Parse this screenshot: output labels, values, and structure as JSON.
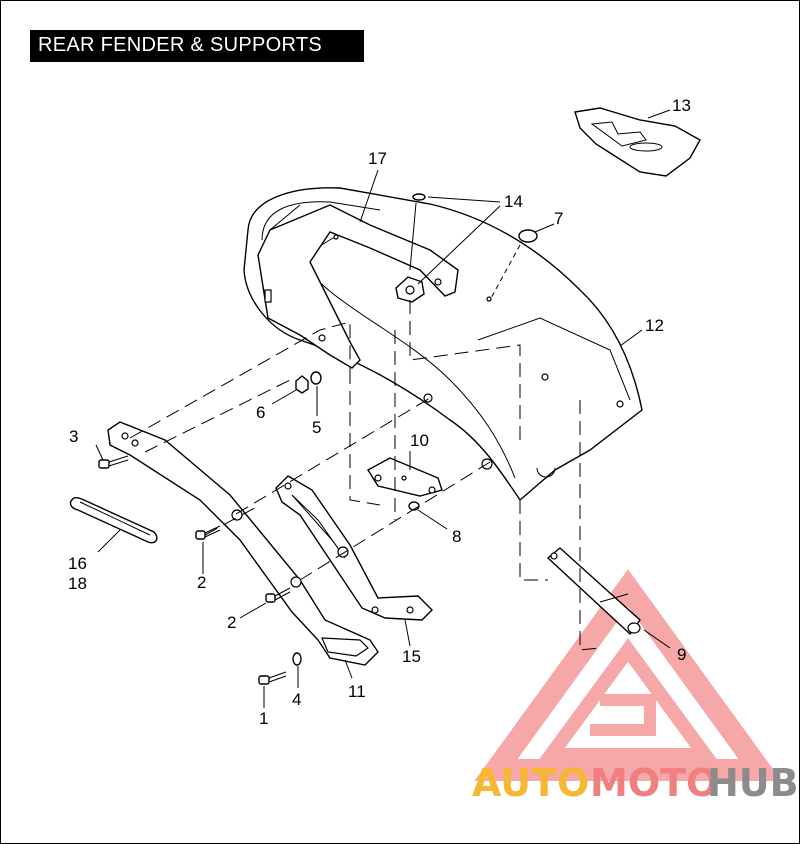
{
  "title": "REAR FENDER & SUPPORTS",
  "callouts": {
    "c1": "1",
    "c2a": "2",
    "c2b": "2",
    "c3": "3",
    "c4": "4",
    "c5": "5",
    "c6": "6",
    "c7": "7",
    "c8": "8",
    "c9": "9",
    "c10": "10",
    "c11": "11",
    "c12": "12",
    "c13": "13",
    "c14": "14",
    "c15": "15",
    "c16": "16",
    "c17": "17",
    "c18": "18"
  },
  "watermark": {
    "part1": "AUTO",
    "part2": "MOTO",
    "part3": "HUB",
    "colors": {
      "auto": "#f7b733",
      "moto": "#f08080",
      "hub": "#8c8c8c",
      "triangle": "#f06060"
    }
  }
}
